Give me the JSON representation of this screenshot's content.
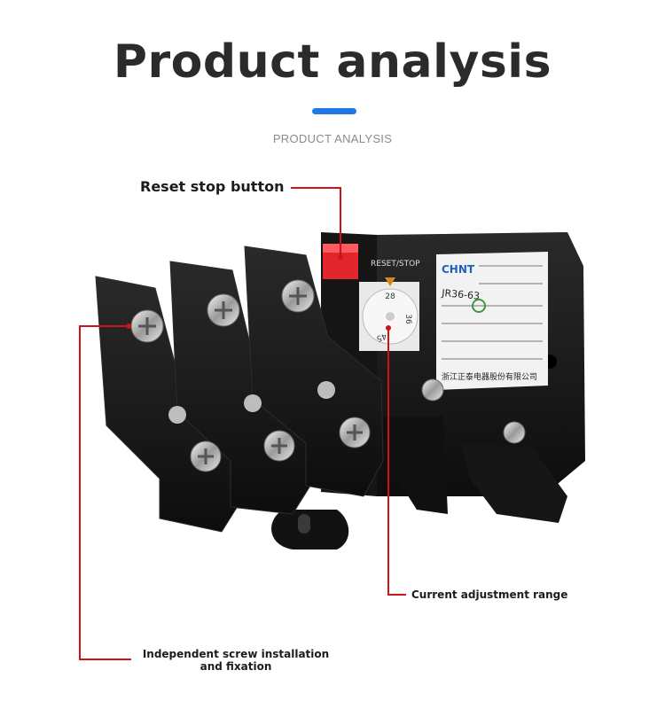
{
  "header": {
    "title": "Product analysis",
    "subtitle": "PRODUCT ANALYSIS",
    "accent_color": "#1f78e6"
  },
  "callouts": {
    "reset_stop": "Reset stop button",
    "current_range": "Current adjustment range",
    "screw_install": "Independent screw installation and fixation",
    "line_color": "#d0121b"
  },
  "product": {
    "brand": "CHNT",
    "model": "JR36-63",
    "button_label": "RESET/STOP",
    "dial_marks": [
      "28",
      "36",
      "45"
    ],
    "manufacturer_text": "浙江正泰电器股份有限公司"
  }
}
